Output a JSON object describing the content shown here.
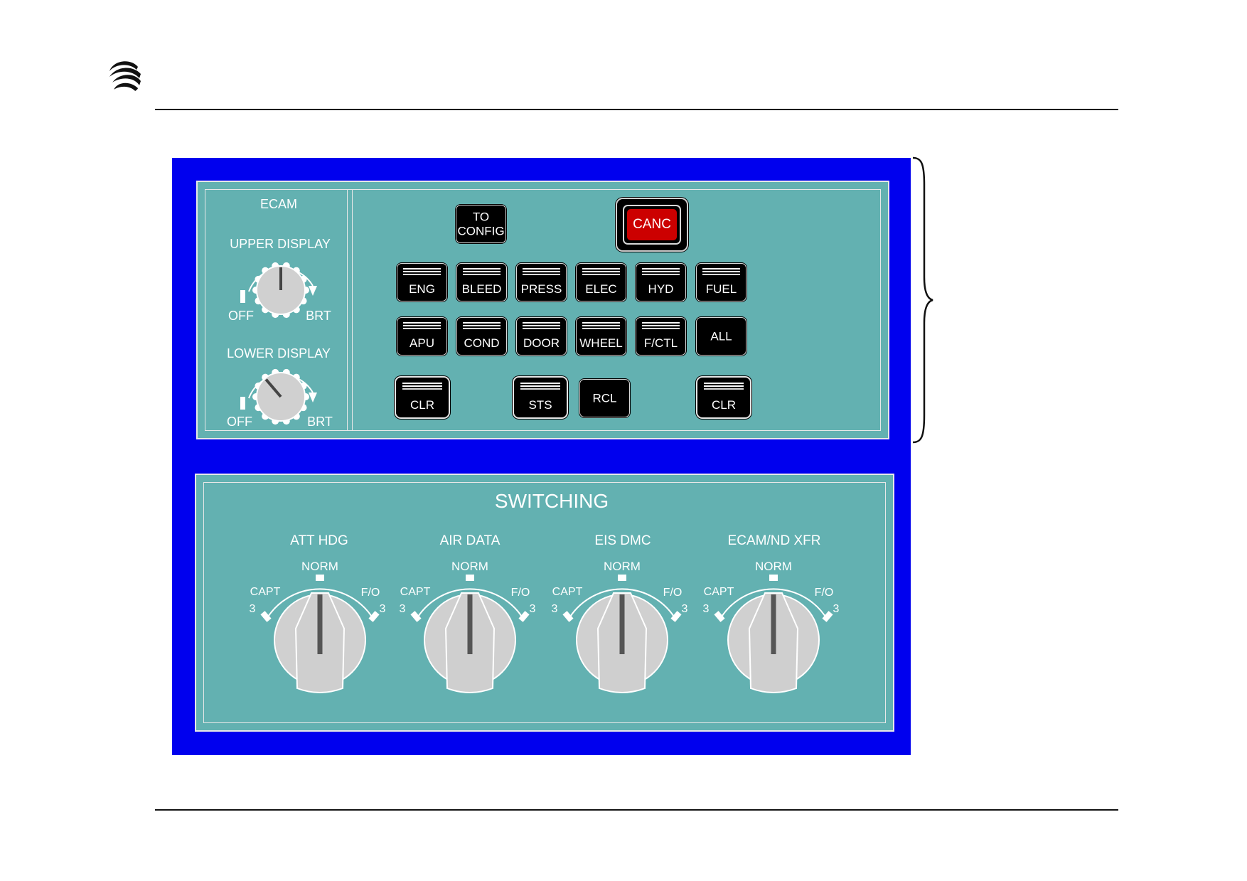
{
  "ecam": {
    "title": "ECAM",
    "upper_display": "UPPER DISPLAY",
    "lower_display": "LOWER DISPLAY",
    "off": "OFF",
    "brt": "BRT",
    "upper_knob_level": 0.5,
    "lower_knob_level": 0.35,
    "to_config": [
      "TO",
      "CONFIG"
    ],
    "canc": "CANC",
    "row1": [
      "ENG",
      "BLEED",
      "PRESS",
      "ELEC",
      "HYD",
      "FUEL"
    ],
    "row2": [
      "APU",
      "COND",
      "DOOR",
      "WHEEL",
      "F/CTL",
      "ALL"
    ],
    "row3": [
      "CLR",
      "STS",
      "RCL",
      "CLR"
    ]
  },
  "switching": {
    "title": "SWITCHING",
    "norm": "NORM",
    "capt": "CAPT",
    "fo": "F/O",
    "three": "3",
    "selectors": [
      "ATT HDG",
      "AIR DATA",
      "EIS DMC",
      "ECAM/ND XFR"
    ],
    "positions": [
      "NORM",
      "NORM",
      "NORM",
      "NORM"
    ]
  },
  "colors": {
    "panel_blue": "#0000ee",
    "panel_teal": "#63b1b1",
    "canc_red": "#cc0000"
  }
}
